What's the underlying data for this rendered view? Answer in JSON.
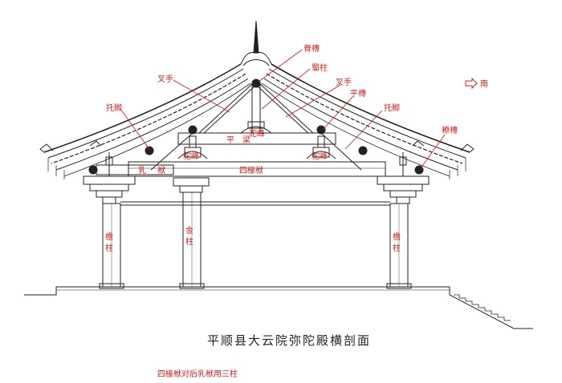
{
  "diagram": {
    "title": "平顺县大云院弥陀殿横剖面",
    "caption": "四椽栿对后乳栿用三柱",
    "direction_label": "南",
    "labels": {
      "jilin": "脊槫",
      "shuzhu": "蜀柱",
      "chashou_left": "叉手",
      "chashou_right": "叉手",
      "pingtuan": "平槫",
      "tuojiao_left": "托脚",
      "tuojiao_right": "托脚",
      "liaotuan": "橑槫",
      "tuodun_center": "驼峰",
      "tuofeng_left": "驼峰",
      "tuofeng_right": "驼峰",
      "pingliang": "平　梁",
      "rufu_left": "乳",
      "rufu_right": "栿",
      "sichuanfu": "四椽栿",
      "yanzhu_left": "檐柱",
      "jinzhu": "金柱",
      "yanzhu_right": "檐柱"
    },
    "colors": {
      "label": "#d42020",
      "line": "#222222"
    }
  }
}
